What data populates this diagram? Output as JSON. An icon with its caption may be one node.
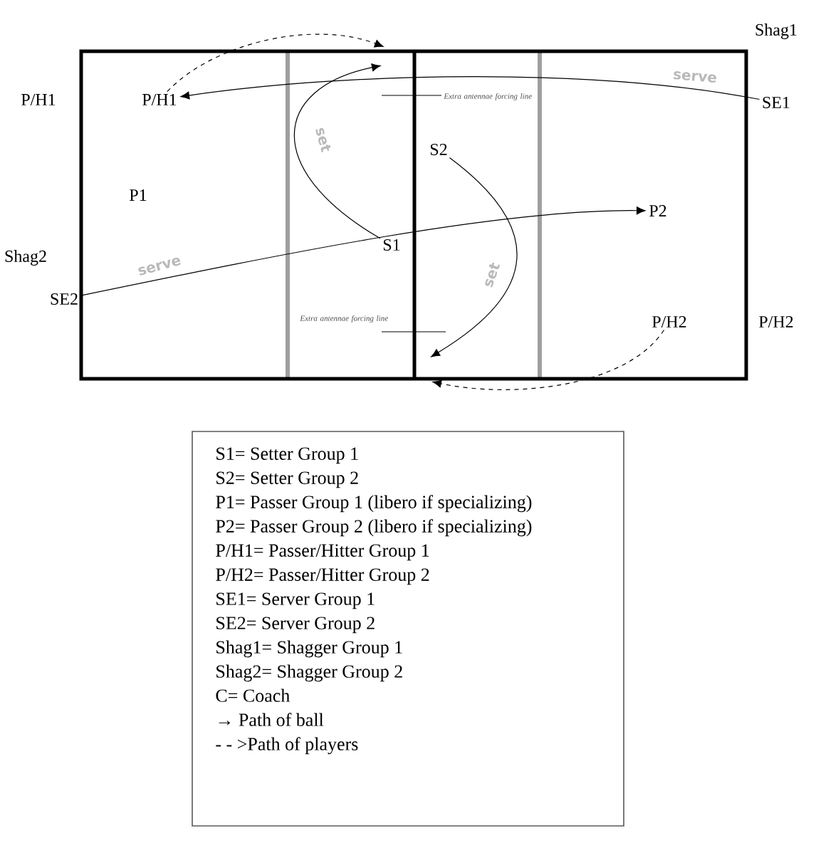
{
  "diagram": {
    "nodes": [
      {
        "text": [
          "P/H1"
        ]
      },
      {
        "text": [
          "SE1"
        ]
      },
      {
        "text": [
          "S1"
        ]
      },
      {
        "text": [
          "S2"
        ]
      },
      {
        "text": [
          "P2"
        ]
      },
      {
        "text": [
          "SE2"
        ]
      },
      {
        "text": [
          "P/H2"
        ]
      },
      {
        "text": [
          "S1= Setter Group 1",
          "S2= Setter Group 2",
          "P1= Passer Group 1 (libero if specializing)",
          "P2= Passer Group 2 (libero if specializing)",
          "P/H1= Passer/Hitter Group 1",
          "P/H2= Passer/Hitter Group 2",
          "SE1= Server Group 1",
          "SE2= Server Group 2",
          "Shag1= Shagger Group 1",
          "Shag2= Shagger Group 2",
          "C= Coach",
          "→ Path of ball",
          "- - >Path of players"
        ]
      }
    ],
    "edges": [
      {
        "from": 1,
        "to": 0,
        "arrow": "to"
      },
      {
        "from": 5,
        "to": 4,
        "arrow": "to"
      },
      {
        "from": 2,
        "to": null,
        "arrow": "to"
      },
      {
        "from": 3,
        "to": null,
        "arrow": "to"
      },
      {
        "from": 0,
        "to": null,
        "arrow": "to",
        "style": "dashed"
      },
      {
        "from": 6,
        "to": null,
        "arrow": "to",
        "style": "dashed"
      }
    ],
    "labels": [
      "Shag1",
      "P/H1",
      "serve",
      "Extra antennae forcing line",
      "set",
      "P1",
      "Shag2",
      "serve",
      "set",
      "Extra antennae forcing line",
      "P/H2"
    ]
  }
}
